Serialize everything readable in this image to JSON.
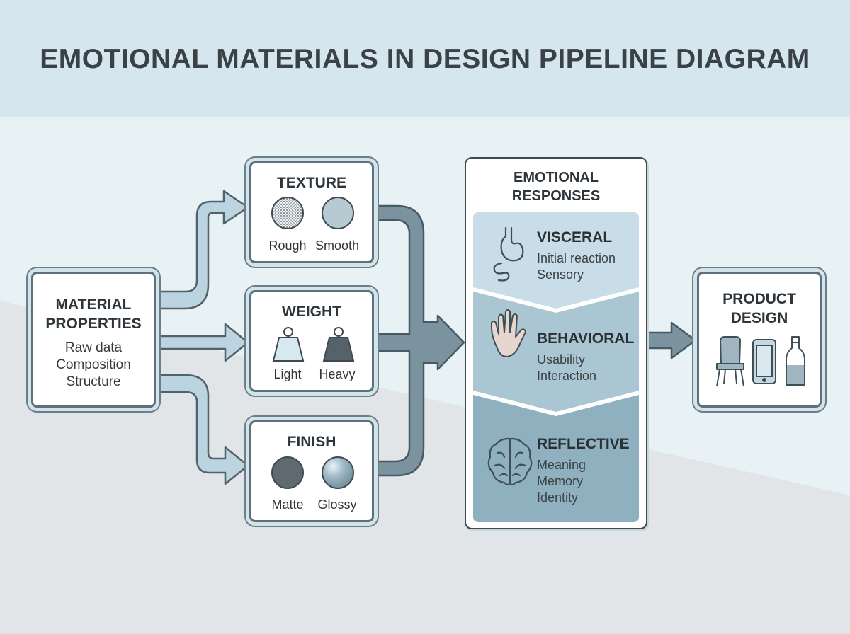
{
  "title": "EMOTIONAL MATERIALS IN DESIGN PIPELINE DIAGRAM",
  "material_properties": {
    "title_line1": "MATERIAL",
    "title_line2": "PROPERTIES",
    "items": [
      "Raw data",
      "Composition",
      "Structure"
    ]
  },
  "texture": {
    "title": "TEXTURE",
    "left_label": "Rough",
    "right_label": "Smooth"
  },
  "weight": {
    "title": "WEIGHT",
    "left_label": "Light",
    "right_label": "Heavy"
  },
  "finish": {
    "title": "FINISH",
    "left_label": "Matte",
    "right_label": "Glossy"
  },
  "emotional_responses": {
    "title_line1": "EMOTIONAL",
    "title_line2": "RESPONSES",
    "levels": [
      {
        "name": "VISCERAL",
        "lines": [
          "Initial reaction",
          "Sensory"
        ],
        "icon": "stomach-icon"
      },
      {
        "name": "BEHAVIORAL",
        "lines": [
          "Usability",
          "Interaction"
        ],
        "icon": "hand-icon"
      },
      {
        "name": "REFLECTIVE",
        "lines": [
          "Meaning",
          "Memory",
          "Identity"
        ],
        "icon": "brain-icon"
      }
    ]
  },
  "product_design": {
    "title_line1": "PRODUCT",
    "title_line2": "DESIGN",
    "icons": [
      "chair-icon",
      "phone-icon",
      "bottle-icon"
    ]
  },
  "colors": {
    "header": "#d6e6ee",
    "arrow_light": "#b9d2dd",
    "arrow_dark": "#7a929e",
    "outline": "#4c5f69",
    "visceral_band": "#c4dbe5",
    "behavioral_band": "#a9c6d2",
    "reflective_band": "#8fb0bf"
  }
}
